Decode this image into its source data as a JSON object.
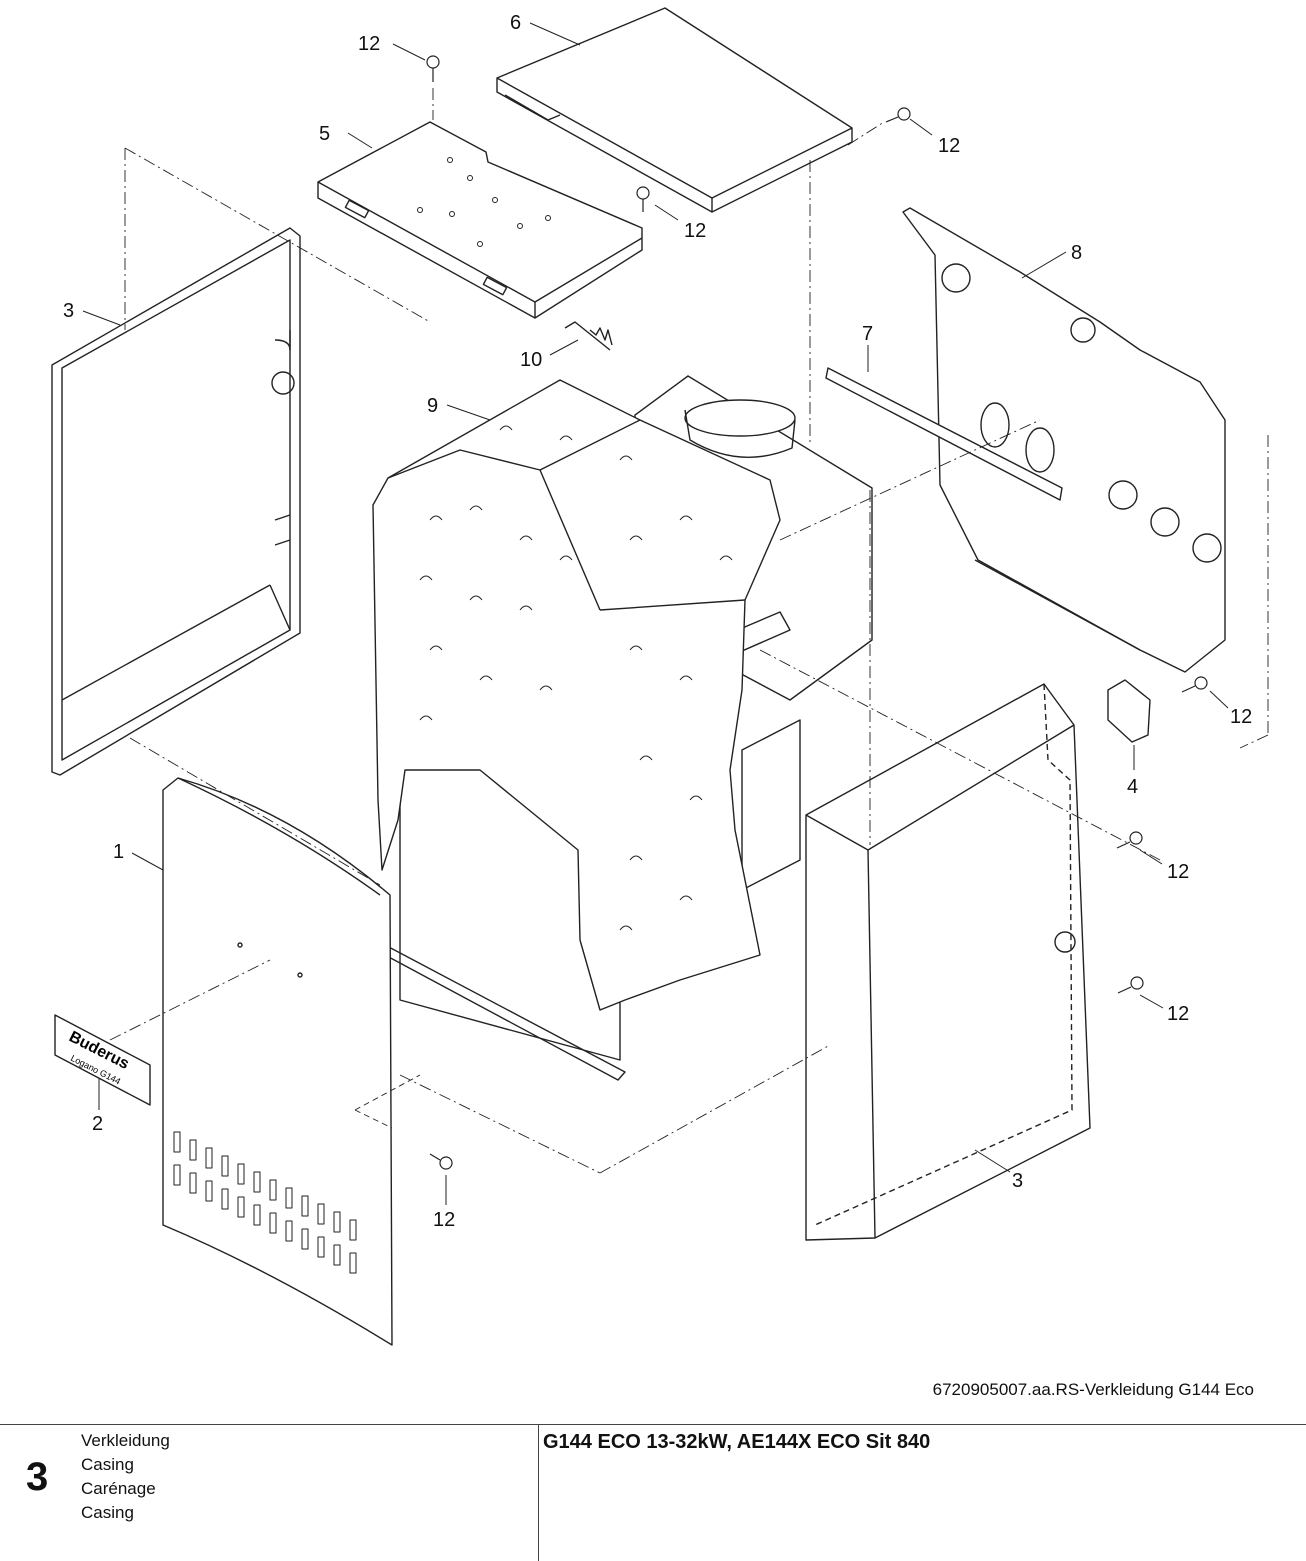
{
  "diagram": {
    "callouts": [
      {
        "id": "c12a",
        "label": "12"
      },
      {
        "id": "c6",
        "label": "6"
      },
      {
        "id": "c12b",
        "label": "12"
      },
      {
        "id": "c5",
        "label": "5"
      },
      {
        "id": "c12c",
        "label": "12"
      },
      {
        "id": "c8",
        "label": "8"
      },
      {
        "id": "c3a",
        "label": "3"
      },
      {
        "id": "c7",
        "label": "7"
      },
      {
        "id": "c10",
        "label": "10"
      },
      {
        "id": "c9",
        "label": "9"
      },
      {
        "id": "c12d",
        "label": "12"
      },
      {
        "id": "c4",
        "label": "4"
      },
      {
        "id": "c1",
        "label": "1"
      },
      {
        "id": "c12e",
        "label": "12"
      },
      {
        "id": "c12f",
        "label": "12"
      },
      {
        "id": "c2",
        "label": "2"
      },
      {
        "id": "c12g",
        "label": "12"
      },
      {
        "id": "c3b",
        "label": "3"
      }
    ],
    "nameplate": {
      "brand": "Buderus",
      "model": "Logano G144"
    },
    "reference": "6720905007.aa.RS-Verkleidung G144 Eco"
  },
  "footer": {
    "section_number": "3",
    "names": [
      "Verkleidung",
      "Casing",
      "Carénage",
      "Casing"
    ],
    "model_title": "G144 ECO 13-32kW, AE144X ECO Sit 840"
  }
}
